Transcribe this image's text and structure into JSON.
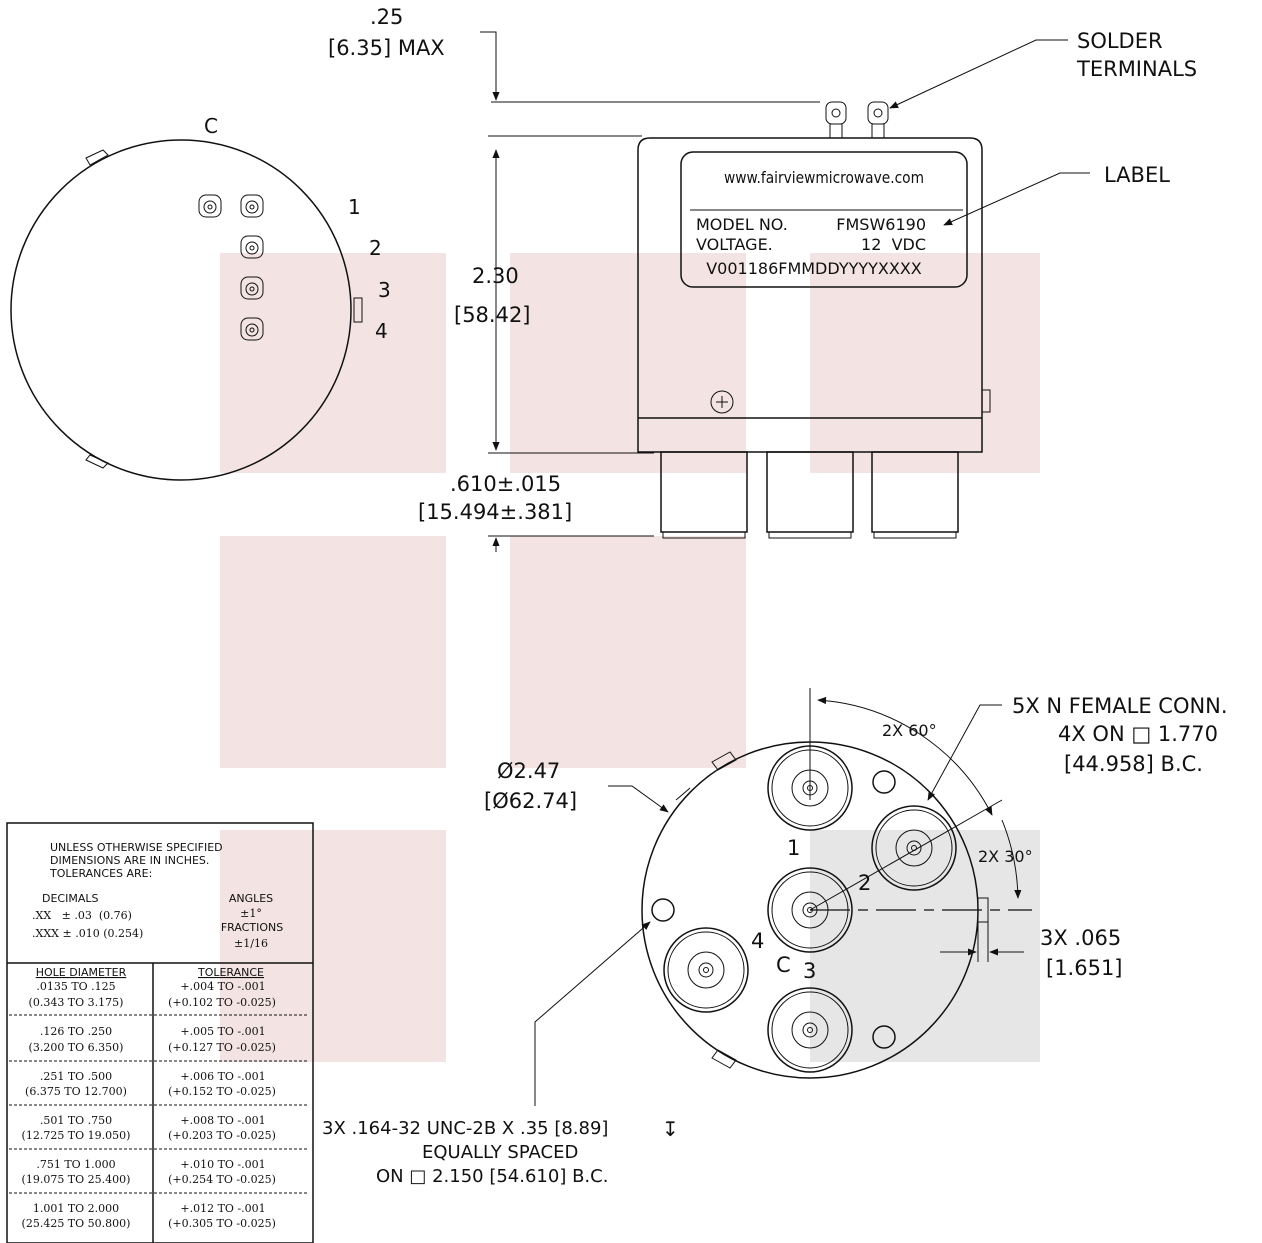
{
  "top_view": {
    "pin_c": "C",
    "pin_labels": [
      "1",
      "2",
      "3",
      "4"
    ]
  },
  "side_view": {
    "terminal_dim": ".25",
    "terminal_dim_mm": "[6.35] MAX",
    "solder_callout": [
      "SOLDER",
      "TERMINALS"
    ],
    "label_callout": "LABEL",
    "height_dim": "2.30",
    "height_dim_mm": "[58.42]",
    "connector_dim": ".610±.015",
    "connector_dim_mm": "[15.494±.381]",
    "label": {
      "url": "www.fairviewmicrowave.com",
      "model_key": "MODEL NO.",
      "model_value": "FMSW6190",
      "voltage_key": "VOLTAGE.",
      "voltage_value": "12  VDC",
      "serial": "V001186FMMDDYYYYXXXX"
    }
  },
  "bottom_view": {
    "diameter": "Ø2.47",
    "diameter_mm": "[Ø62.74]",
    "angle_60": "2X 60°",
    "angle_30": "2X 30°",
    "conn_callout": [
      "5X N FEMALE CONN.",
      "4X ON □ 1.770",
      "[44.958] B.C."
    ],
    "tab_dim": "3X .065",
    "tab_dim_mm": "[1.651]",
    "port_labels": [
      "1",
      "2",
      "C",
      "3",
      "4"
    ],
    "thread_note": [
      "3X .164-32 UNC-2B X .35 [8.89]",
      "EQUALLY SPACED",
      "ON □ 2.150 [54.610] B.C."
    ],
    "depth_symbol": "↧"
  },
  "tolerance_table": {
    "header": [
      "UNLESS OTHERWISE SPECIFIED",
      "DIMENSIONS ARE IN INCHES.",
      "TOLERANCES ARE:"
    ],
    "decimals_title": "DECIMALS",
    "decimals": [
      ".XX   ± .03  (0.76)",
      ".XXX ± .010 (0.254)"
    ],
    "angles_title": "ANGLES",
    "angles_value": "±1°",
    "fractions_title": "FRACTIONS",
    "fractions_value": "±1/16",
    "col_headers": [
      "HOLE DIAMETER",
      "TOLERANCE"
    ],
    "rows": [
      {
        "diameter": ".0135 TO .125",
        "diameter_mm": "(0.343 TO 3.175)",
        "tol": "+.004 TO -.001",
        "tol_mm": "(+0.102 TO -0.025)"
      },
      {
        "diameter": ".126 TO .250",
        "diameter_mm": "(3.200 TO 6.350)",
        "tol": "+.005 TO -.001",
        "tol_mm": "(+0.127 TO -0.025)"
      },
      {
        "diameter": ".251 TO .500",
        "diameter_mm": "(6.375 TO 12.700)",
        "tol": "+.006 TO -.001",
        "tol_mm": "(+0.152 TO -0.025)"
      },
      {
        "diameter": ".501 TO .750",
        "diameter_mm": "(12.725 TO 19.050)",
        "tol": "+.008 TO -.001",
        "tol_mm": "(+0.203 TO -0.025)"
      },
      {
        "diameter": ".751 TO 1.000",
        "diameter_mm": "(19.075 TO 25.400)",
        "tol": "+.010 TO -.001",
        "tol_mm": "(+0.254 TO -0.025)"
      },
      {
        "diameter": "1.001 TO 2.000",
        "diameter_mm": "(25.425 TO 50.800)",
        "tol": "+.012 TO -.001",
        "tol_mm": "(+0.305 TO -0.025)"
      }
    ]
  },
  "colors": {
    "ink": "#111111",
    "watermark_pink": "#f3e3e3",
    "watermark_gray": "#e6e6e6"
  }
}
